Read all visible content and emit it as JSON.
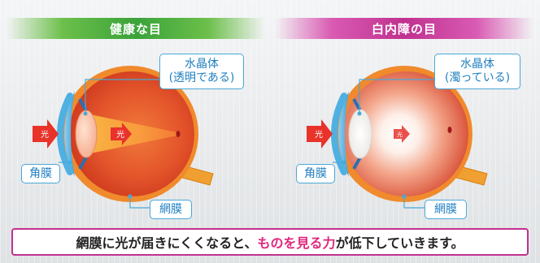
{
  "healthy": {
    "title": "健康な目",
    "lens_label_line1": "水晶体",
    "lens_label_line2": "(透明である)",
    "cornea_label": "角膜",
    "retina_label": "網膜",
    "light_in": "光",
    "light_inside": "光"
  },
  "cataract": {
    "title": "白内障の目",
    "lens_label_line1": "水晶体",
    "lens_label_line2": "(濁っている)",
    "cornea_label": "角膜",
    "retina_label": "網膜",
    "light_in": "光",
    "light_inside": "光"
  },
  "caption": {
    "part1": "網膜に光が届きにくくなると、",
    "part2": "ものを見る力",
    "part3": "が低下",
    "part4": "していきます。"
  },
  "colors": {
    "healthy_banner": "#3aa33a",
    "cataract_banner": "#c0318f",
    "label_border": "#4aa8d8",
    "arrow_red": "#e8322a",
    "highlight_pink": "#e0277d"
  }
}
